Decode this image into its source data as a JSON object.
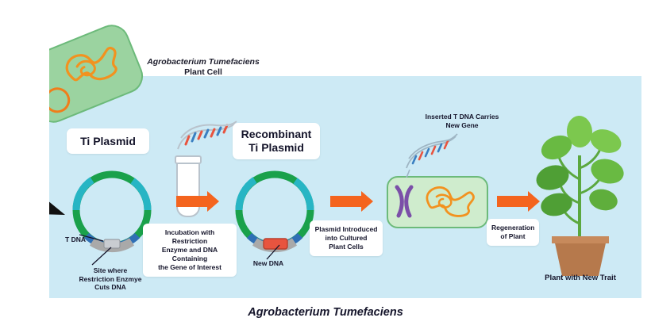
{
  "figure": {
    "bottom_title": "Agrobacterium Tumefaciens",
    "background_color": "#cdeaf5",
    "accent_arrow_color": "#f4641e",
    "membrane_color": "#6cba7a"
  },
  "bacterium": {
    "label_line1": "Agrobacterium Tumefaciens",
    "label_line2": "Plant Cell",
    "plasmid_color": "#f07d1a",
    "body_color": "#9bd3a0"
  },
  "steps": {
    "ti_plasmid": {
      "title": "Ti Plasmid",
      "label_t_dna": "T DNA",
      "label_cut_site": "Site where\nRestriction Enzmye\nCuts DNA"
    },
    "incubation": {
      "caption": "Incubation with Restriction\nEnzyme and DNA Containing\nthe Gene of Interest"
    },
    "recombinant": {
      "title_line1": "Recombinant",
      "title_line2": "Ti Plasmid",
      "label_new_dna": "New DNA"
    },
    "introduction": {
      "caption": "Plasmid Introduced\ninto Cultured\nPlant Cells"
    },
    "inserted_dna": {
      "label_line1": "Inserted T DNA Carries",
      "label_line2": "New Gene"
    },
    "regeneration": {
      "caption": "Regeneration\nof Plant"
    },
    "result": {
      "label": "Plant with New Trait"
    }
  },
  "colors": {
    "plasmid_green": "#1aa14b",
    "plasmid_teal": "#27b5c4",
    "plasmid_blue": "#2f6fb5",
    "plasmid_gray": "#a9a9a9",
    "leaf_green": "#6cc04a",
    "leaf_green_dark": "#4a9c3a",
    "pot_brown": "#b07a4e",
    "chromosome_purple": "#7b4fa8"
  }
}
